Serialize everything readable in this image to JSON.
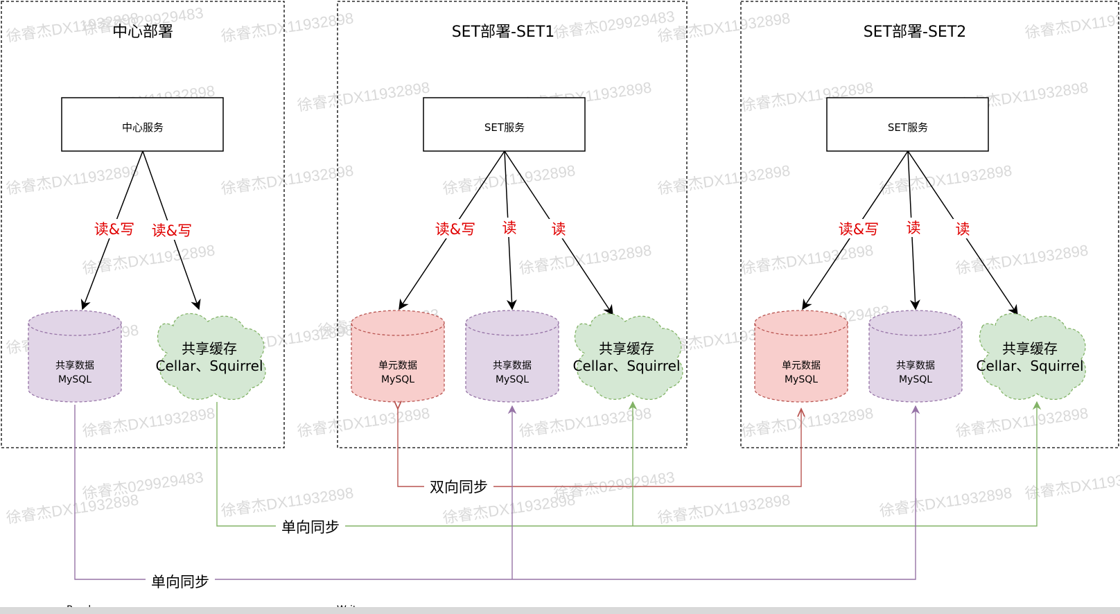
{
  "colors": {
    "red_label": "#e00000",
    "purple_fill": "#e1d5e7",
    "purple_stroke": "#9673a6",
    "red_fill": "#f8cecc",
    "red_stroke": "#b85450",
    "green_fill": "#d5e8d4",
    "green_stroke": "#82b366",
    "watermark": "#d0d0d0"
  },
  "watermark": {
    "text_a": "徐睿杰DX11932898",
    "text_b": "徐睿杰029929483"
  },
  "zones": {
    "center": {
      "title": "中心部署",
      "service": "中心服务",
      "rw1": "读&写",
      "rw2": "读&写"
    },
    "set1": {
      "title": "SET部署-SET1",
      "service": "SET服务",
      "rw": "读&写",
      "r1": "读",
      "r2": "读"
    },
    "set2": {
      "title": "SET部署-SET2",
      "service": "SET服务",
      "rw": "读&写",
      "r1": "读",
      "r2": "读"
    }
  },
  "nodes": {
    "shared_db": {
      "line1": "共享数据",
      "line2": "MySQL"
    },
    "unit_db": {
      "line1": "单元数据",
      "line2": "MySQL"
    },
    "cache": {
      "line1": "共享缓存",
      "line2": "Cellar、Squirrel"
    }
  },
  "sync": {
    "bidirectional": "双向同步",
    "one_way_cache": "单向同步",
    "one_way_db": "单向同步"
  },
  "bottom": {
    "left": "Reader",
    "right": "Writer"
  }
}
